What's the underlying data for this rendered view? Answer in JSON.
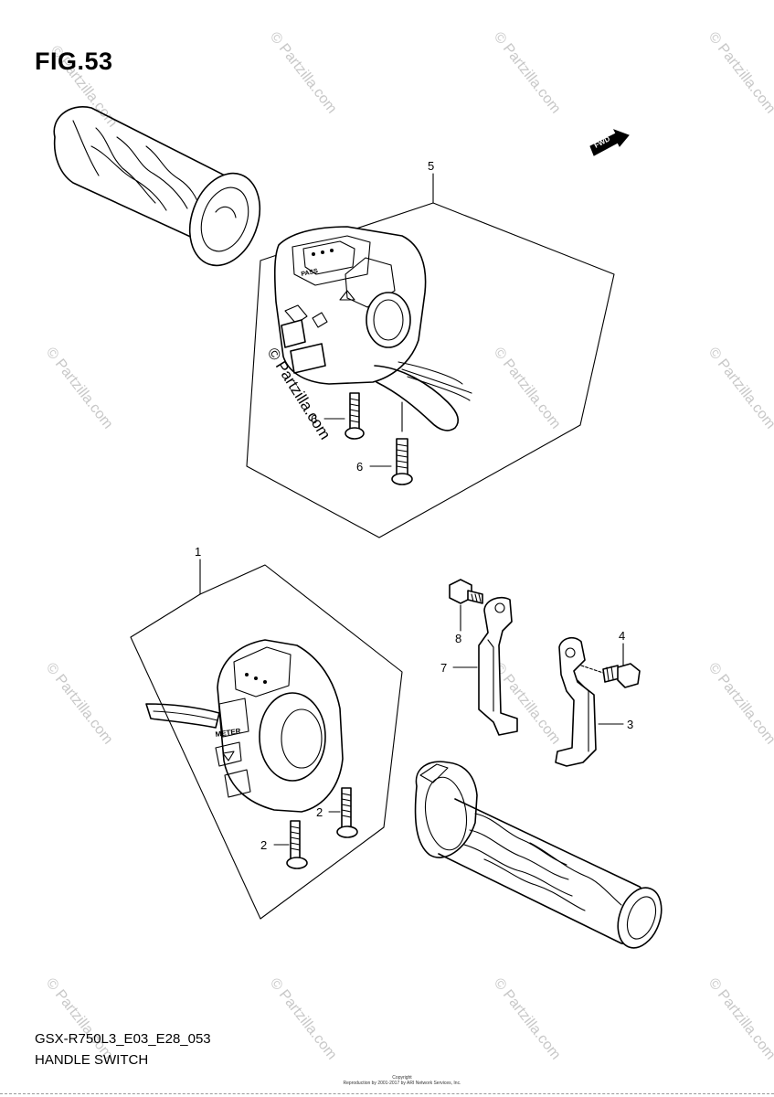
{
  "figure": {
    "title": "FIG.53"
  },
  "direction_badge": "FWD",
  "callouts": {
    "part_1": "1",
    "part_2a": "2",
    "part_2b": "2",
    "part_3": "3",
    "part_4": "4",
    "part_5": "5",
    "part_6a": "6",
    "part_6b": "6",
    "part_7": "7",
    "part_8": "8"
  },
  "switch_labels": {
    "pass": "PASS",
    "meter": "METER"
  },
  "watermark": {
    "text": "© Partzilla.com",
    "overlay_text": "© Partzilla.com"
  },
  "footer": {
    "diagram_code": "GSX-R750L3_E03_E28_053",
    "diagram_name": "HANDLE SWITCH",
    "copyright_title": "Copyright",
    "copyright_line": "Reproduction by 2001-2017 by ARI Network Services, Inc."
  }
}
